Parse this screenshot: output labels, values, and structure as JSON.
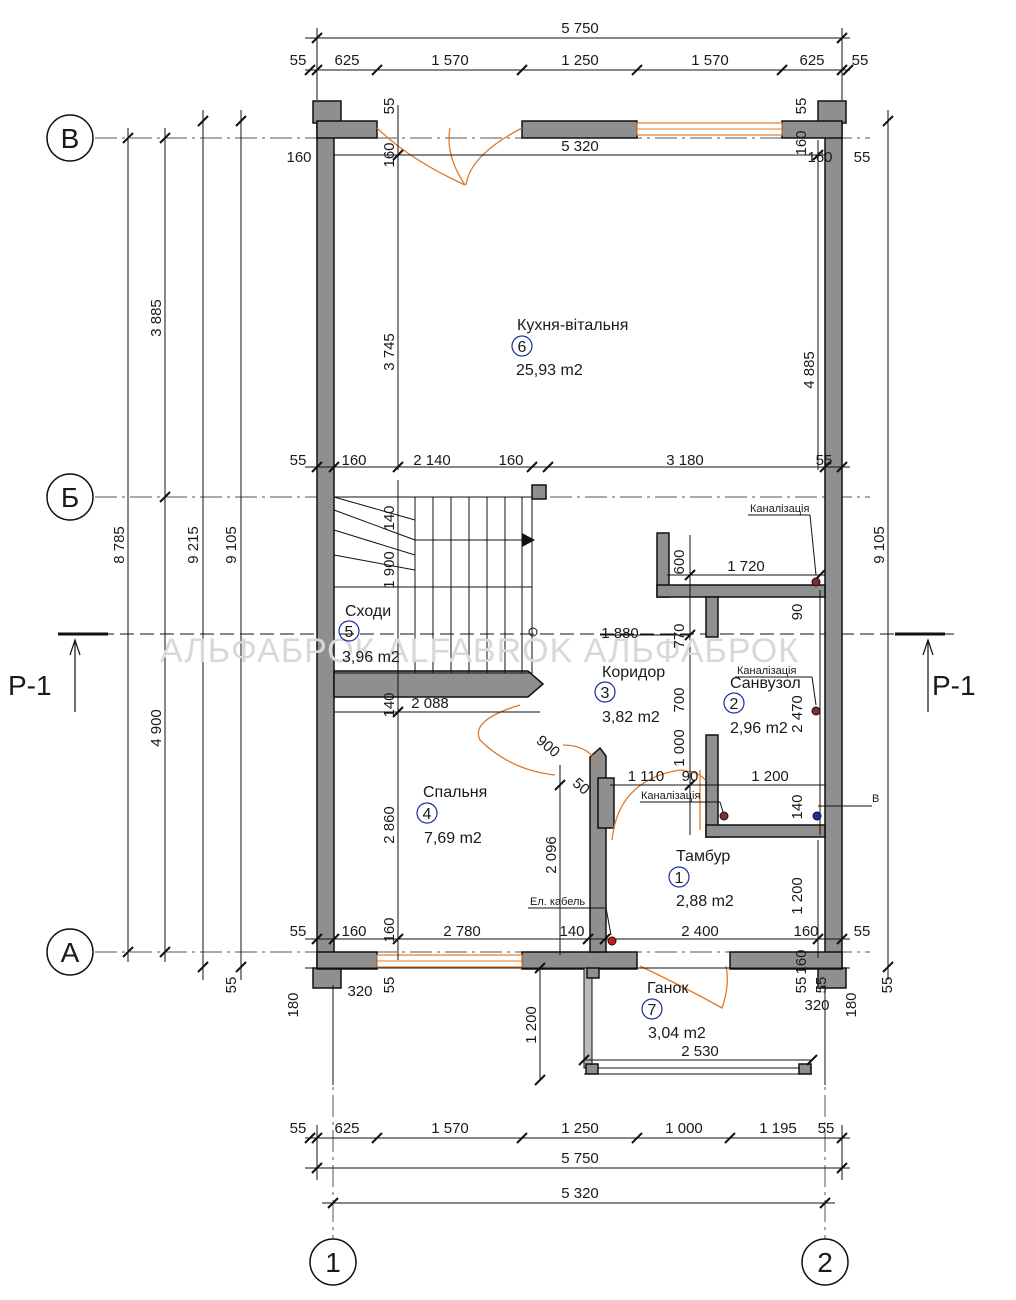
{
  "watermark": "АЛЬФАБРОК ALFABROK АЛЬФАБРОК",
  "axes": {
    "left": "1",
    "right": "2",
    "top": "В",
    "middle": "Б",
    "bottom": "А"
  },
  "section_mark": "Р-1",
  "rooms": [
    {
      "no": "6",
      "name": "Кухня-вітальня",
      "area": "25,93 m2"
    },
    {
      "no": "5",
      "name": "Сходи",
      "area": "3,96 m2"
    },
    {
      "no": "3",
      "name": "Коридор",
      "area": "3,82 m2"
    },
    {
      "no": "2",
      "name": "Санвузол",
      "area": "2,96 m2"
    },
    {
      "no": "4",
      "name": "Спальня",
      "area": "7,69 m2"
    },
    {
      "no": "1",
      "name": "Тамбур",
      "area": "2,88 m2"
    },
    {
      "no": "7",
      "name": "Ганок",
      "area": "3,04 m2"
    }
  ],
  "notes": {
    "sewer1": "Каналізація",
    "sewer2": "Каналізація",
    "sewer3": "Каналізація",
    "cable": "Ел. кабель",
    "water": "В"
  },
  "dims": {
    "top_total": "5 750",
    "top_row": [
      "55",
      "625",
      "1 570",
      "1 250",
      "1 570",
      "625",
      "55"
    ],
    "bottom_row": [
      "55",
      "625",
      "1 570",
      "1 250",
      "1 000",
      "1 195",
      "55"
    ],
    "bottom_total": "5 750",
    "bottom_axes": "5 320",
    "left_outer": [
      "8 785",
      "9 215",
      "9 105"
    ],
    "left_parts": [
      "3 885",
      "4 900"
    ],
    "left_bottom": "55",
    "right_outer": "9 105",
    "right_bottom": "55",
    "interior": {
      "kitchen_width": "5 320",
      "kitchen_height": "3 745",
      "kitchen_right": "4 885",
      "top_55_a": "55",
      "top_55_b": "55",
      "top_160_l": "160",
      "top_160_a": "160",
      "top_160_b": "160",
      "top_160_r": "160",
      "top_55_r": "55",
      "mid_55_l": "55",
      "mid_160": "160",
      "mid_2140": "2 140",
      "mid_160b": "160",
      "mid_3180": "3 180",
      "mid_55_r": "55",
      "stair_140": "140",
      "stair_1900": "1 900",
      "stair_140b": "140",
      "stair_2088": "2 088",
      "bath_600": "600",
      "bath_1720": "1 720",
      "bath_90": "90",
      "corr_770": "770",
      "corr_1880": "1 880",
      "corr_700": "700",
      "bath_2470": "2 470",
      "corr_1000": "1 000",
      "door_900": "900",
      "door_50": "50",
      "door_1110": "1 110",
      "door_90b": "90",
      "bath_1200": "1 200",
      "bath_140": "140",
      "bed_2860": "2 860",
      "bed_2096": "2 096",
      "tam_1200": "1 200",
      "bot_55_l": "55",
      "bot_160_l": "160",
      "bot_160_a": "160",
      "bot_2780": "2 780",
      "bot_140": "140",
      "bot_2400": "2 400",
      "bot_160_r": "160",
      "bot_55_r": "55",
      "bot_55_a": "55",
      "bot_160_b": "160",
      "bot_55_b": "55",
      "bot_55_c": "55",
      "porch_180_l": "180",
      "porch_320_l": "320",
      "porch_320_r": "320",
      "porch_180_r": "180",
      "porch_1200": "1 200",
      "porch_2530": "2 530"
    }
  }
}
